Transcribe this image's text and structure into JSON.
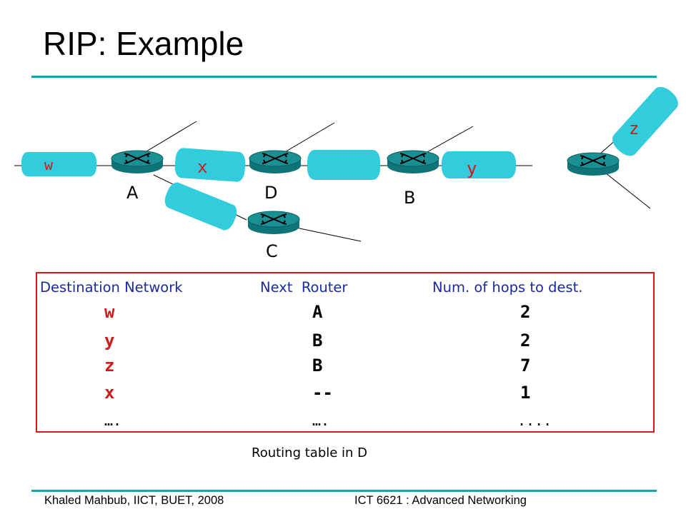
{
  "slide": {
    "title": "RIP: Example",
    "caption": "Routing table in D",
    "footer_left": "Khaled Mahbub, IICT, BUET, 2008",
    "footer_right": "ICT 6621 : Advanced Networking"
  },
  "colors": {
    "rule": "#17a3a8",
    "network": "#33ccdd",
    "network_label": "#d01a1a",
    "router_top": "#1a8f94",
    "router_side": "#0e7478",
    "table_border": "#d01a1a",
    "table_header": "#1a2aa0",
    "destination_text": "#d01a1a"
  },
  "diagram": {
    "routers": [
      "A",
      "D",
      "B",
      "C"
    ],
    "networks": [
      "w",
      "x",
      "y",
      "z"
    ]
  },
  "routing_table": {
    "headers": [
      "Destination Network",
      "Next  Router",
      "Num. of hops to dest."
    ],
    "rows": [
      {
        "dest": "w",
        "next": "A",
        "hops": "2"
      },
      {
        "dest": "y",
        "next": "B",
        "hops": "2"
      },
      {
        "dest": "z",
        "next": "B",
        "hops": "7"
      },
      {
        "dest": "x",
        "next": "--",
        "hops": "1"
      },
      {
        "dest": "….",
        "next": "….",
        "hops": "...."
      }
    ]
  }
}
